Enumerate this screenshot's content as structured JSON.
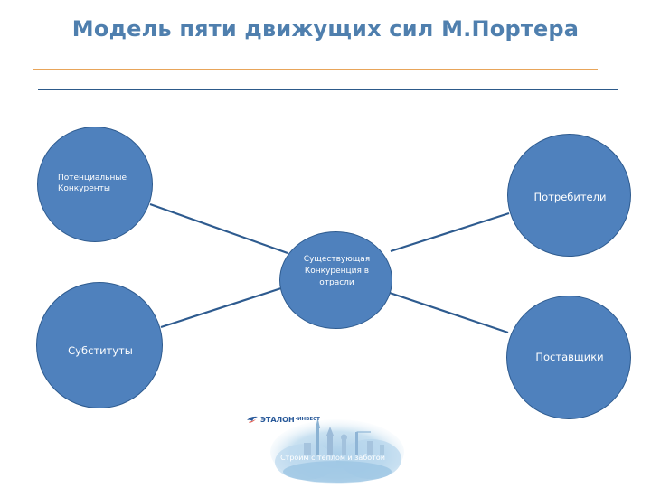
{
  "slide": {
    "title": "Модель пяти движущих сил М.Портера"
  },
  "diagram": {
    "nodes": {
      "potential_competitors": "Потенциальные Конкуренты",
      "industry_rivalry": "Существующая Конкуренция в отрасли",
      "buyers": "Потребители",
      "substitutes": "Субституты",
      "suppliers": "Поставщики"
    }
  },
  "logo": {
    "brand": "ЭТАЛОН",
    "brand_suffix": "-ИНВЕСТ",
    "slogan": "Строим с теплом и заботой"
  },
  "colors": {
    "title": "#4f7fae",
    "node_fill": "#4f81bd",
    "node_border": "#2e5b8f",
    "connector": "#2e5b8f",
    "rule_orange": "#e8a55a",
    "rule_blue": "#2d5a8a"
  }
}
